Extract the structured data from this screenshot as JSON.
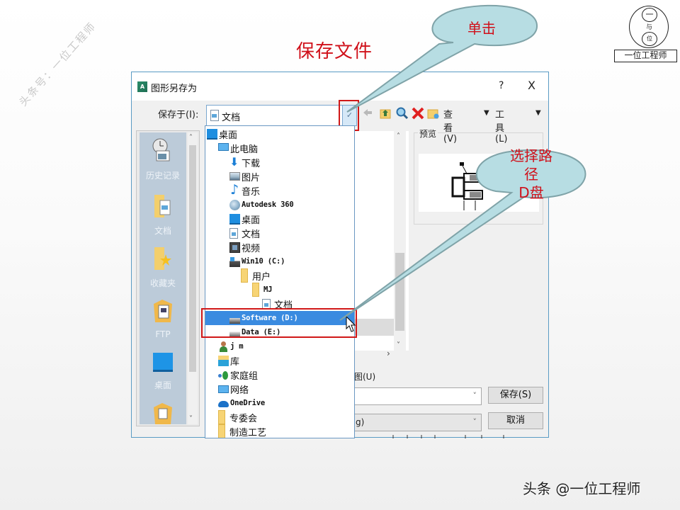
{
  "slide": {
    "title": "保存文件",
    "watermark": "头条号：一位工程师",
    "footer_brand": "头条 @一位工程师",
    "logo": {
      "top_glyph": "一",
      "middle_glyph": "与",
      "bottom_glyph": "位",
      "text": "一位工程师"
    }
  },
  "callouts": {
    "click": "单击",
    "select_path_line1": "选择路",
    "select_path_line2": "径",
    "select_path_line3": "D盘"
  },
  "dialog": {
    "title": "图形另存为",
    "help_label": "?",
    "close_label": "X",
    "save_in_label": "保存于(I):",
    "save_in_value": "文档",
    "toolbar": {
      "view_label": "查看(V)",
      "tools_label": "工具(L)"
    },
    "places": [
      {
        "label": "历史记录"
      },
      {
        "label": "文档"
      },
      {
        "label": "收藏夹"
      },
      {
        "label": "FTP"
      },
      {
        "label": "桌面"
      }
    ],
    "preview_label": "预览",
    "thumbnail_label": "图(U)",
    "filename_value": "",
    "filetype_value": "g)",
    "save_button": "保存(S)",
    "cancel_button": "取消"
  },
  "tree": {
    "items": [
      {
        "label": "桌面",
        "icon": "desktop",
        "level": 0
      },
      {
        "label": "此电脑",
        "icon": "pc",
        "level": 1
      },
      {
        "label": "下载",
        "icon": "download",
        "level": 2
      },
      {
        "label": "图片",
        "icon": "pictures",
        "level": 2
      },
      {
        "label": "音乐",
        "icon": "music",
        "level": 2
      },
      {
        "label": "Autodesk 360",
        "icon": "autodesk360",
        "level": 2
      },
      {
        "label": "桌面",
        "icon": "desktop",
        "level": 2
      },
      {
        "label": "文档",
        "icon": "document",
        "level": 2
      },
      {
        "label": "视频",
        "icon": "video",
        "level": 2
      },
      {
        "label": "Win10 (C:)",
        "icon": "system-drive",
        "level": 2
      },
      {
        "label": "用户",
        "icon": "folder",
        "level": 3
      },
      {
        "label": "MJ",
        "icon": "folder",
        "level": 4
      },
      {
        "label": "文档",
        "icon": "document",
        "level": 5
      },
      {
        "label": "Software (D:)",
        "icon": "hard-drive",
        "level": 2,
        "selected": true
      },
      {
        "label": "Data (E:)",
        "icon": "hard-drive",
        "level": 2
      },
      {
        "label": "j m",
        "icon": "user",
        "level": 1
      },
      {
        "label": "库",
        "icon": "library",
        "level": 1
      },
      {
        "label": "家庭组",
        "icon": "homegroup",
        "level": 1
      },
      {
        "label": "网络",
        "icon": "network",
        "level": 1
      },
      {
        "label": "OneDrive",
        "icon": "onedrive",
        "level": 1
      },
      {
        "label": "专委会",
        "icon": "folder",
        "level": 1
      },
      {
        "label": "制造工艺",
        "icon": "folder",
        "level": 1
      }
    ]
  },
  "colors": {
    "title_red": "#d0101a",
    "callout_fill": "#b7dde3",
    "callout_stroke": "#7fa3a8",
    "selection_blue": "#3a8be0",
    "highlight_box": "#d01818"
  }
}
